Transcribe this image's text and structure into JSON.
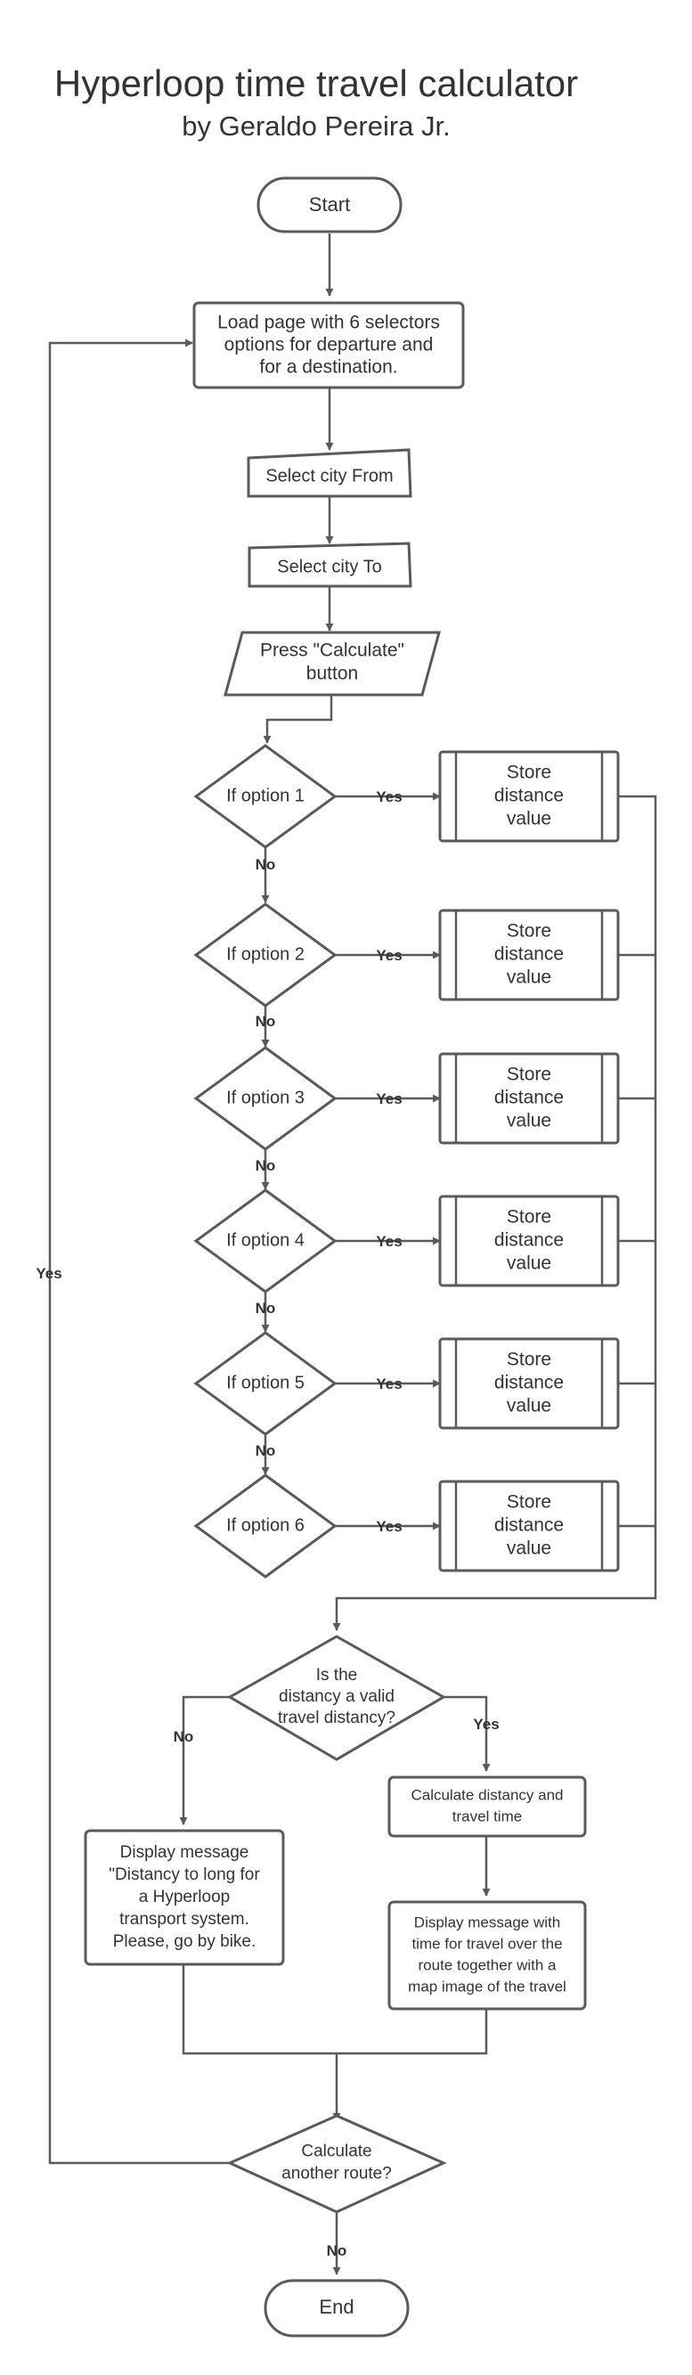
{
  "title": "Hyperloop time travel calculator",
  "subtitle": "by Geraldo Pereira Jr.",
  "nodes": {
    "start": [
      "Start"
    ],
    "load": [
      "Load page with 6 selectors",
      "options for departure and",
      "for a destination."
    ],
    "from": [
      "Select city From"
    ],
    "to": [
      "Select city To"
    ],
    "press": [
      "Press \"Calculate\"",
      "button"
    ],
    "opts": [
      [
        "If option 1"
      ],
      [
        "If option 2"
      ],
      [
        "If option 3"
      ],
      [
        "If option 4"
      ],
      [
        "If option 5"
      ],
      [
        "If option 6"
      ]
    ],
    "store": [
      "Store",
      "distance",
      "value"
    ],
    "valid": [
      "Is the",
      "distancy a valid",
      "travel distancy?"
    ],
    "msg_bad": [
      "Display message",
      "\"Distancy to long for",
      "a Hyperloop",
      "transport system.",
      "Please, go by bike."
    ],
    "calc": [
      "Calculate  distancy and",
      "travel time"
    ],
    "msg_ok": [
      "Display message with",
      "time for travel over the",
      "route together with a",
      "map image of the travel"
    ],
    "another": [
      "Calculate",
      "another route?"
    ],
    "end": [
      "End"
    ]
  },
  "labels": {
    "yes": "Yes",
    "no": "No"
  },
  "colors": {
    "stroke": "#5a5a5a",
    "text": "#333333",
    "background": "#ffffff"
  }
}
